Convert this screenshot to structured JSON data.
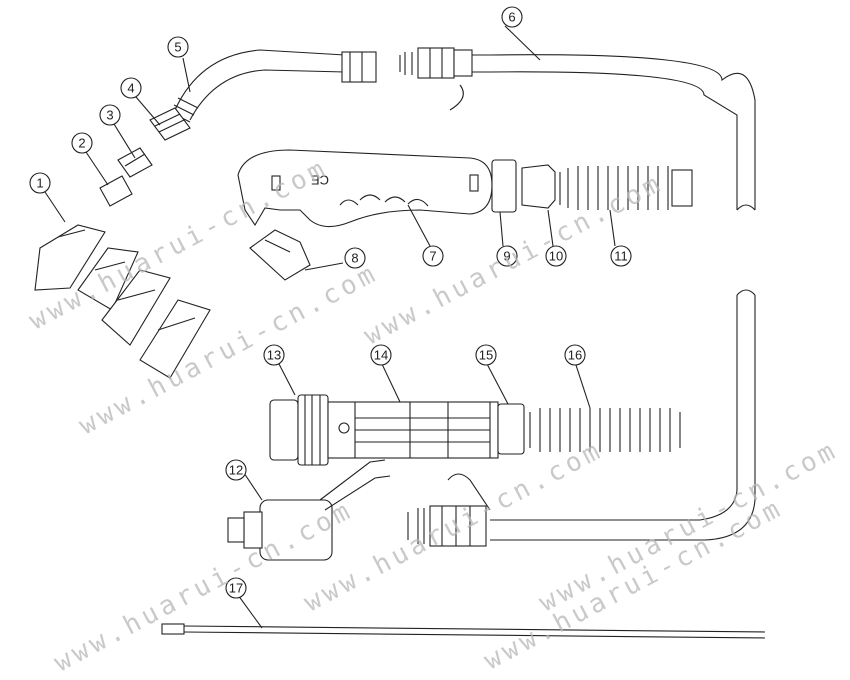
{
  "watermark": "www.huarui-cn.com",
  "callouts": [
    "1",
    "2",
    "3",
    "4",
    "5",
    "6",
    "7",
    "8",
    "9",
    "10",
    "11",
    "12",
    "13",
    "14",
    "15",
    "16",
    "17"
  ],
  "handle_marking": "CE"
}
